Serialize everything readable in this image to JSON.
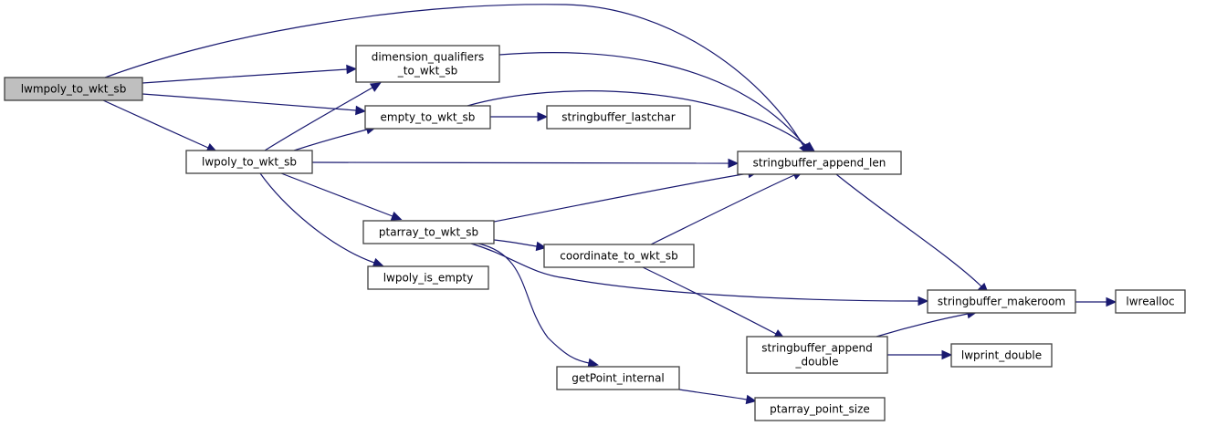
{
  "graph": {
    "type": "call-graph",
    "edge_color": "#191970",
    "root_fill": "#bfbfbf",
    "nodes": [
      {
        "id": "lwmpoly_to_wkt_sb",
        "lines": [
          "lwmpoly_to_wkt_sb"
        ],
        "root": true
      },
      {
        "id": "dimension_qualifiers_to_wkt_sb",
        "lines": [
          "dimension_qualifiers",
          "_to_wkt_sb"
        ]
      },
      {
        "id": "empty_to_wkt_sb",
        "lines": [
          "empty_to_wkt_sb"
        ]
      },
      {
        "id": "stringbuffer_lastchar",
        "lines": [
          "stringbuffer_lastchar"
        ]
      },
      {
        "id": "lwpoly_to_wkt_sb",
        "lines": [
          "lwpoly_to_wkt_sb"
        ]
      },
      {
        "id": "stringbuffer_append_len",
        "lines": [
          "stringbuffer_append_len"
        ]
      },
      {
        "id": "ptarray_to_wkt_sb",
        "lines": [
          "ptarray_to_wkt_sb"
        ]
      },
      {
        "id": "coordinate_to_wkt_sb",
        "lines": [
          "coordinate_to_wkt_sb"
        ]
      },
      {
        "id": "lwpoly_is_empty",
        "lines": [
          "lwpoly_is_empty"
        ]
      },
      {
        "id": "stringbuffer_makeroom",
        "lines": [
          "stringbuffer_makeroom"
        ]
      },
      {
        "id": "lwrealloc",
        "lines": [
          "lwrealloc"
        ]
      },
      {
        "id": "stringbuffer_append_double",
        "lines": [
          "stringbuffer_append",
          "_double"
        ]
      },
      {
        "id": "lwprint_double",
        "lines": [
          "lwprint_double"
        ]
      },
      {
        "id": "getPoint_internal",
        "lines": [
          "getPoint_internal"
        ]
      },
      {
        "id": "ptarray_point_size",
        "lines": [
          "ptarray_point_size"
        ]
      }
    ],
    "edges": [
      {
        "from": "lwmpoly_to_wkt_sb",
        "to": "dimension_qualifiers_to_wkt_sb"
      },
      {
        "from": "lwmpoly_to_wkt_sb",
        "to": "empty_to_wkt_sb"
      },
      {
        "from": "lwmpoly_to_wkt_sb",
        "to": "lwpoly_to_wkt_sb"
      },
      {
        "from": "lwmpoly_to_wkt_sb",
        "to": "stringbuffer_append_len"
      },
      {
        "from": "dimension_qualifiers_to_wkt_sb",
        "to": "stringbuffer_append_len"
      },
      {
        "from": "empty_to_wkt_sb",
        "to": "stringbuffer_lastchar"
      },
      {
        "from": "empty_to_wkt_sb",
        "to": "stringbuffer_append_len"
      },
      {
        "from": "lwpoly_to_wkt_sb",
        "to": "dimension_qualifiers_to_wkt_sb"
      },
      {
        "from": "lwpoly_to_wkt_sb",
        "to": "empty_to_wkt_sb"
      },
      {
        "from": "lwpoly_to_wkt_sb",
        "to": "stringbuffer_append_len"
      },
      {
        "from": "lwpoly_to_wkt_sb",
        "to": "ptarray_to_wkt_sb"
      },
      {
        "from": "lwpoly_to_wkt_sb",
        "to": "lwpoly_is_empty"
      },
      {
        "from": "ptarray_to_wkt_sb",
        "to": "stringbuffer_append_len"
      },
      {
        "from": "ptarray_to_wkt_sb",
        "to": "coordinate_to_wkt_sb"
      },
      {
        "from": "ptarray_to_wkt_sb",
        "to": "stringbuffer_makeroom"
      },
      {
        "from": "ptarray_to_wkt_sb",
        "to": "getPoint_internal"
      },
      {
        "from": "coordinate_to_wkt_sb",
        "to": "stringbuffer_append_len"
      },
      {
        "from": "coordinate_to_wkt_sb",
        "to": "stringbuffer_append_double"
      },
      {
        "from": "stringbuffer_append_len",
        "to": "stringbuffer_makeroom"
      },
      {
        "from": "stringbuffer_makeroom",
        "to": "lwrealloc"
      },
      {
        "from": "stringbuffer_append_double",
        "to": "stringbuffer_makeroom"
      },
      {
        "from": "stringbuffer_append_double",
        "to": "lwprint_double"
      },
      {
        "from": "getPoint_internal",
        "to": "ptarray_point_size"
      }
    ]
  }
}
